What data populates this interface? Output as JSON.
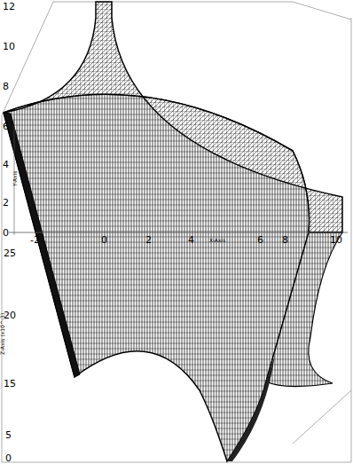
{
  "diagram": {
    "labels": [
      "12",
      "10",
      "8",
      "6",
      "4",
      "2",
      "0",
      "-2",
      "0",
      "2",
      "4",
      "X-Axis",
      "6",
      "8",
      "10",
      "25",
      "20",
      "15",
      "5",
      "0",
      "Z-Axis (x10^-3)",
      "Y-Axis"
    ]
  }
}
